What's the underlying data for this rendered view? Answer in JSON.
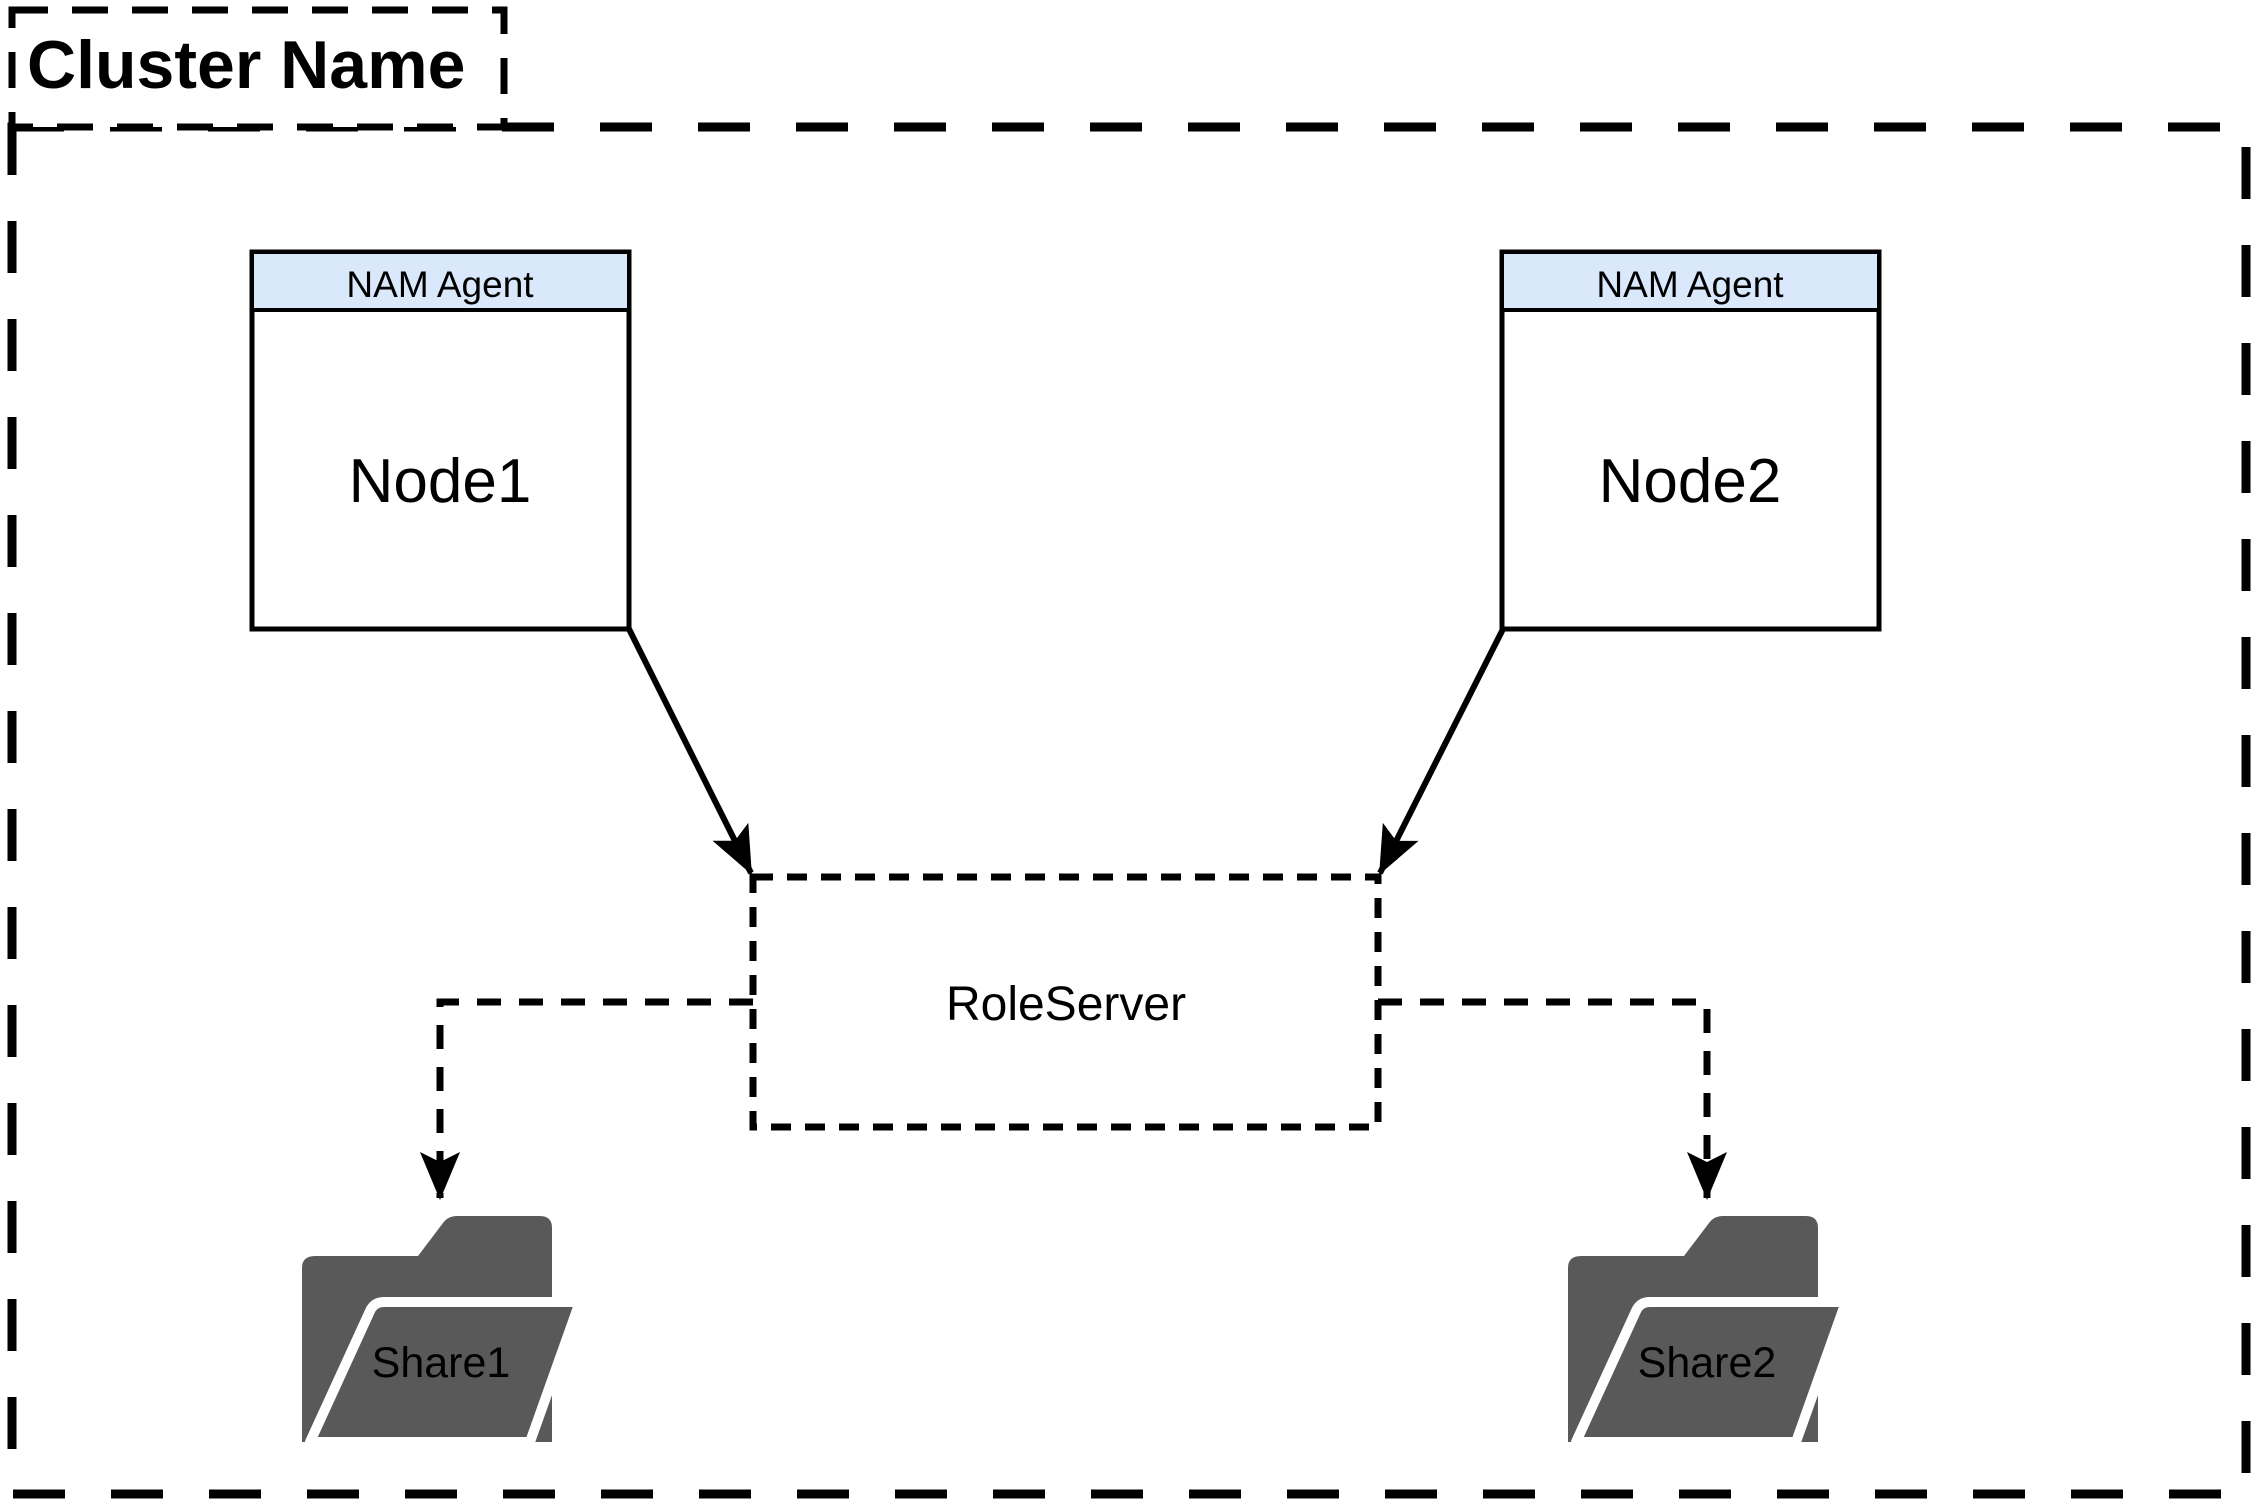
{
  "cluster": {
    "label": "Cluster Name"
  },
  "nodes": [
    {
      "header": "NAM Agent",
      "label": "Node1"
    },
    {
      "header": "NAM Agent",
      "label": "Node2"
    }
  ],
  "role_server": {
    "label": "RoleServer"
  },
  "shares": [
    {
      "label": "Share1"
    },
    {
      "label": "Share2"
    }
  ],
  "colors": {
    "node_header_fill": "#dae8fc",
    "node_fill": "#ffffff",
    "folder_fill": "#595959",
    "line": "#000000",
    "background": "#ffffff"
  }
}
